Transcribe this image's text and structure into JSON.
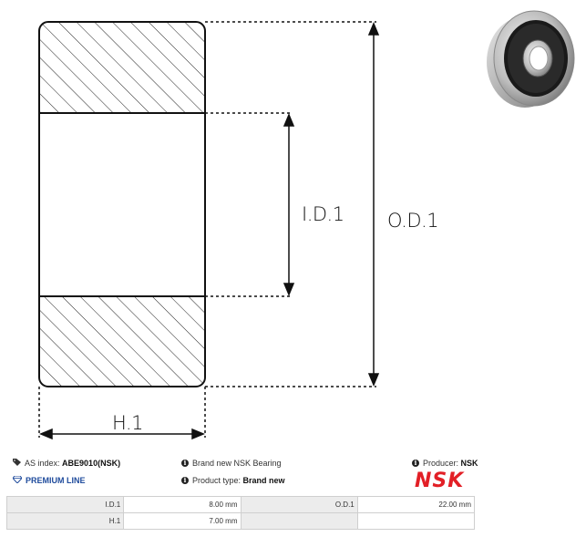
{
  "diagram": {
    "id_label": "I.D.1",
    "od_label": "O.D.1",
    "h_label": "H.1"
  },
  "info": {
    "as_index_label": "AS index:",
    "as_index_value": "ABE9010(NSK)",
    "premium_label": "PREMIUM LINE",
    "condition_text": "Brand new NSK Bearing",
    "product_type_label": "Product type:",
    "product_type_value": "Brand new",
    "producer_label": "Producer:",
    "producer_value": "NSK",
    "brand_logo_text": "NSK"
  },
  "specs": [
    [
      {
        "label": "I.D.1",
        "value": "8.00 mm"
      },
      {
        "label": "O.D.1",
        "value": "22.00 mm"
      }
    ],
    [
      {
        "label": "H.1",
        "value": "7.00 mm"
      },
      {
        "label": "",
        "value": ""
      }
    ]
  ],
  "colors": {
    "brand_red": "#e21f26",
    "premium_blue": "#1f4b9c"
  },
  "icons": {
    "tag": "tag-icon",
    "diamond": "diamond-icon",
    "info": "info-icon"
  }
}
